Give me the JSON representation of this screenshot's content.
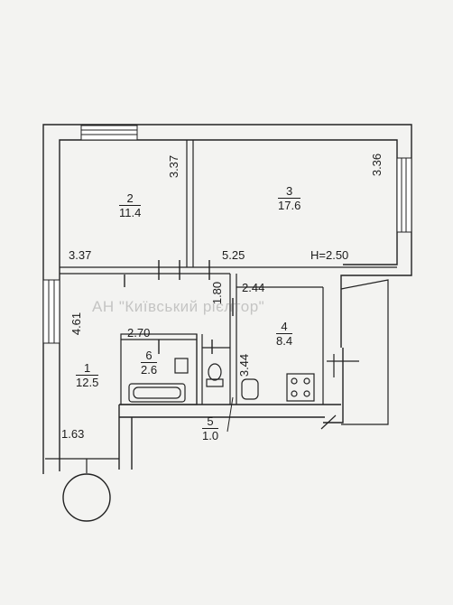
{
  "rooms": [
    {
      "num": "1",
      "area": "12.5"
    },
    {
      "num": "2",
      "area": "11.4"
    },
    {
      "num": "3",
      "area": "17.6"
    },
    {
      "num": "4",
      "area": "8.4"
    },
    {
      "num": "5",
      "area": "1.0"
    },
    {
      "num": "6",
      "area": "2.6"
    }
  ],
  "dimensions": {
    "room2_height": "3.37",
    "room2_width": "3.37",
    "room3_height": "3.36",
    "room3_width": "5.25",
    "ceiling": "H=2.50",
    "kitchen_width": "2.44",
    "corridor_width": "1.80",
    "kitchen_depth": "3.44",
    "room1_depth": "4.61",
    "bath_width": "2.70",
    "balcony_width": "1.63"
  },
  "watermark": "АН \"Київський рієлтор\"",
  "colors": {
    "wall": "#222222",
    "wall_fill": "#ffffff",
    "line": "#1c1c1c"
  },
  "icons": [
    "bathtub-icon",
    "toilet-icon",
    "sink-icon",
    "stove-icon",
    "window-icon",
    "door-icon"
  ]
}
